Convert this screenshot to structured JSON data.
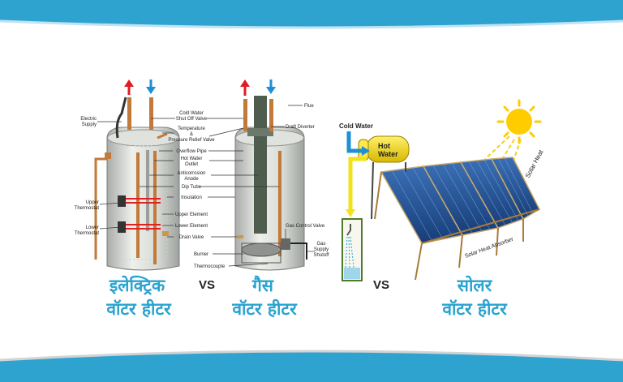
{
  "colors": {
    "band": "#2fa3cf",
    "caption": "#2aa3d0",
    "hot": "#e21b23",
    "cold": "#1e8fd5"
  },
  "electric": {
    "labels": {
      "electric_supply_1": "Electric",
      "electric_supply_2": "Supply",
      "upper_thermostat_1": "Upper",
      "upper_thermostat_2": "Thermostat",
      "lower_thermostat_1": "Lower",
      "lower_thermostat_2": "Thermostat"
    },
    "caption_1": "इलेक्ट्रिक",
    "caption_2": "वॉटर हीटर"
  },
  "center_labels": {
    "cold_valve_1": "Cold Water",
    "cold_valve_2": "Shut Off Valve",
    "temp_1": "Temperature",
    "temp_2": "&",
    "temp_3": "Pressure Relief Valve",
    "overflow": "Overflow Pipe",
    "hot_outlet_1": "Hot Water",
    "hot_outlet_2": "Outlet",
    "anode_1": "Anticorrosion",
    "anode_2": "Anode",
    "dip_tube": "Dip Tube",
    "insulation": "Insulation",
    "upper_element": "Upper Element",
    "lower_element": "Lower Element",
    "drain_valve": "Drain Valve",
    "burner": "Burner",
    "thermocouple": "Thermocouple"
  },
  "gas": {
    "labels": {
      "flue": "Flue",
      "draft_diverter": "Draft Diverter",
      "gas_control": "Gas Control Valve",
      "gas_shutoff_1": "Gas",
      "gas_shutoff_2": "Supply",
      "gas_shutoff_3": "Shutoff"
    },
    "caption_1": "गैस",
    "caption_2": "वॉटर हीटर"
  },
  "solar": {
    "labels": {
      "cold_water": "Cold Water",
      "hot_water_1": "Hot",
      "hot_water_2": "Water",
      "solar_heat": "Solar Heat",
      "absorber": "Solar Heat Absorber"
    },
    "caption_1": "सोलर",
    "caption_2": "वॉटर हीटर"
  },
  "vs_1": "VS",
  "vs_2": "VS"
}
